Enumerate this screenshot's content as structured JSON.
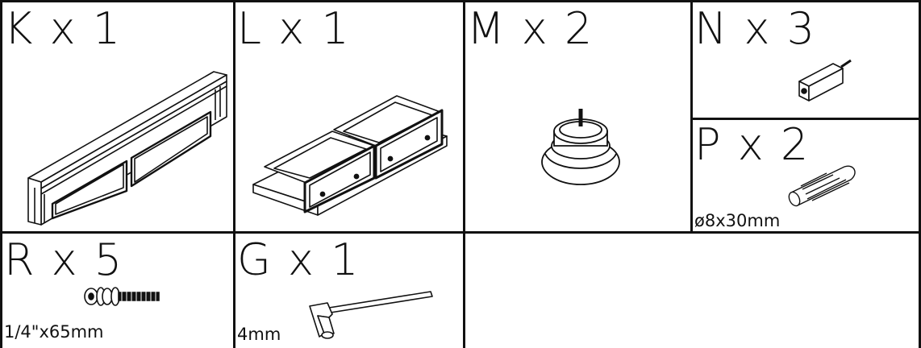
{
  "parts": {
    "K": {
      "label": "K x 1"
    },
    "L": {
      "label": "L x 1"
    },
    "M": {
      "label": "M x 2"
    },
    "N": {
      "label": "N x 3"
    },
    "P": {
      "label": "P x 2",
      "spec": "ø8x30mm"
    },
    "R": {
      "label": "R x 5",
      "spec": "1/4\"x65mm"
    },
    "G": {
      "label": "G x 1",
      "spec": "4mm"
    }
  }
}
